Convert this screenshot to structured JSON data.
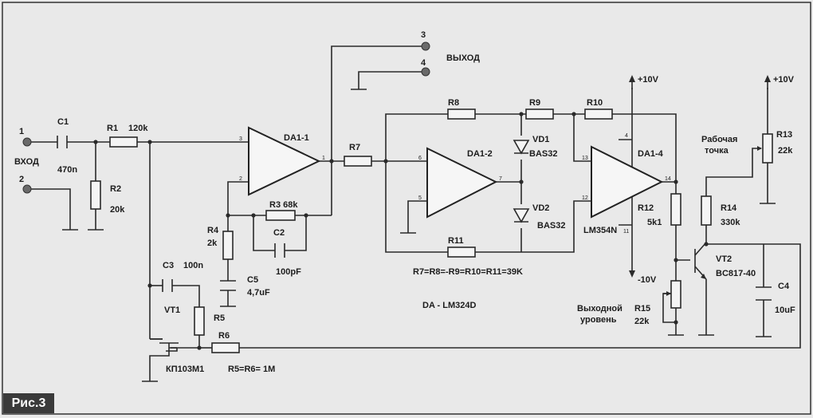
{
  "figure_label": "Рис.3",
  "terminals": {
    "t1": "1",
    "t2": "2",
    "t3": "3",
    "t4": "4",
    "input": "ВХОД",
    "output": "ВЫХОД"
  },
  "components": {
    "C1": "C1",
    "C1_val": "470n",
    "R1": "R1",
    "R1_val": "120k",
    "R2": "R2",
    "R2_val": "20k",
    "DA1_1": "DA1-1",
    "R3": "R3 68k",
    "C2": "C2",
    "C2_val": "100pF",
    "R4": "R4",
    "R4_val": "2k",
    "C5": "C5",
    "C5_val": "4,7uF",
    "C3": "C3",
    "C3_val": "100n",
    "VT1": "VT1",
    "VT1_type": "КП103М1",
    "R5": "R5",
    "R6": "R6",
    "R5R6_note": "R5=R6= 1M",
    "R7": "R7",
    "R8": "R8",
    "R9": "R9",
    "R10": "R10",
    "R11": "R11",
    "DA1_2": "DA1-2",
    "VD1": "VD1",
    "VD1_type": "BAS32",
    "VD2": "VD2",
    "VD2_type": "BAS32",
    "R_note": "R7=R8=-R9=R10=R11=39K",
    "DA_note": "DA - LM324D",
    "DA1_4": "DA1-4",
    "DA1_4_type": "LM354N",
    "R12": "R12",
    "R12_val": "5k1",
    "R13": "R13",
    "R13_val": "22k",
    "R14": "R14",
    "R14_val": "330k",
    "R15": "R15",
    "R15_val": "22k",
    "VT2": "VT2",
    "VT2_type": "BC817-40",
    "C4": "C4",
    "C4_val": "10uF",
    "work_point_1": "Рабочая",
    "work_point_2": "точка",
    "out_level_1": "Выходной",
    "out_level_2": "уровень"
  },
  "power": {
    "plus1": "+10V",
    "plus2": "+10V",
    "minus": "-10V"
  },
  "pins": {
    "p3": "3",
    "p2": "2",
    "p1": "1",
    "p6": "6",
    "p5": "5",
    "p7": "7",
    "p13": "13",
    "p12": "12",
    "p14": "14",
    "p4": "4",
    "p11": "11"
  }
}
